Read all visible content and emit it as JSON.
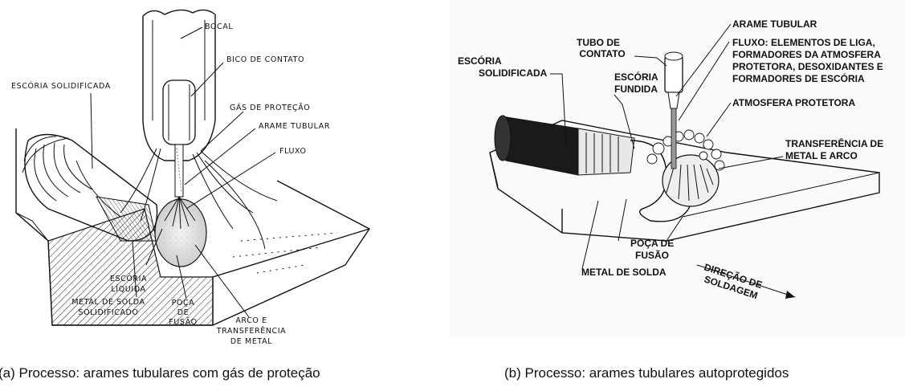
{
  "figure_a": {
    "labels": {
      "bocal": "BOCAL",
      "bico_de_contato": "BICO DE CONTATO",
      "escoria_solidificada": "ESCÓRIA SOLIDIFICADA",
      "gas_de_protecao": "GÁS DE PROTEÇÃO",
      "arame_tubular": "ARAME TUBULAR",
      "fluxo": "FLUXO",
      "escoria_liquida_1": "ESCÓRIA",
      "escoria_liquida_2": "LÍQUIDA",
      "metal_de_solda_1": "METAL DE SOLDA",
      "metal_de_solda_2": "SOLIDIFICADO",
      "poca_1": "POÇA",
      "poca_2": "DE",
      "poca_3": "FUSÃO",
      "arco_1": "ARCO E",
      "arco_2": "TRANSFERÊNCIA",
      "arco_3": "DE METAL"
    },
    "caption": "(a) Processo: arames tubulares com gás de proteção"
  },
  "figure_b": {
    "labels": {
      "arame_tubular": "ARAME TUBULAR",
      "tubo_1": "TUBO DE",
      "tubo_2": "CONTATO",
      "fluxo_1": "FLUXO: ELEMENTOS DE LIGA,",
      "fluxo_2": "FORMADORES DA ATMOSFERA",
      "fluxo_3": "PROTETORA, DESOXIDANTES E",
      "fluxo_4": "FORMADORES DE ESCÓRIA",
      "escoria_sol_1": "ESCÓRIA",
      "escoria_sol_2": "SOLIDIFICADA",
      "escoria_fund_1": "ESCÓRIA",
      "escoria_fund_2": "FUNDIDA",
      "atmosfera": "ATMOSFERA PROTETORA",
      "transf_1": "TRANSFERÊNCIA DE",
      "transf_2": "METAL E ARCO",
      "poca_1": "POÇA DE",
      "poca_2": "FUSÃO",
      "metal_de_solda": "METAL DE SOLDA",
      "direcao_1": "DIREÇÃO DE",
      "direcao_2": "SOLDAGEM"
    },
    "caption": "(b) Processo: arames tubulares autoprotegidos"
  }
}
